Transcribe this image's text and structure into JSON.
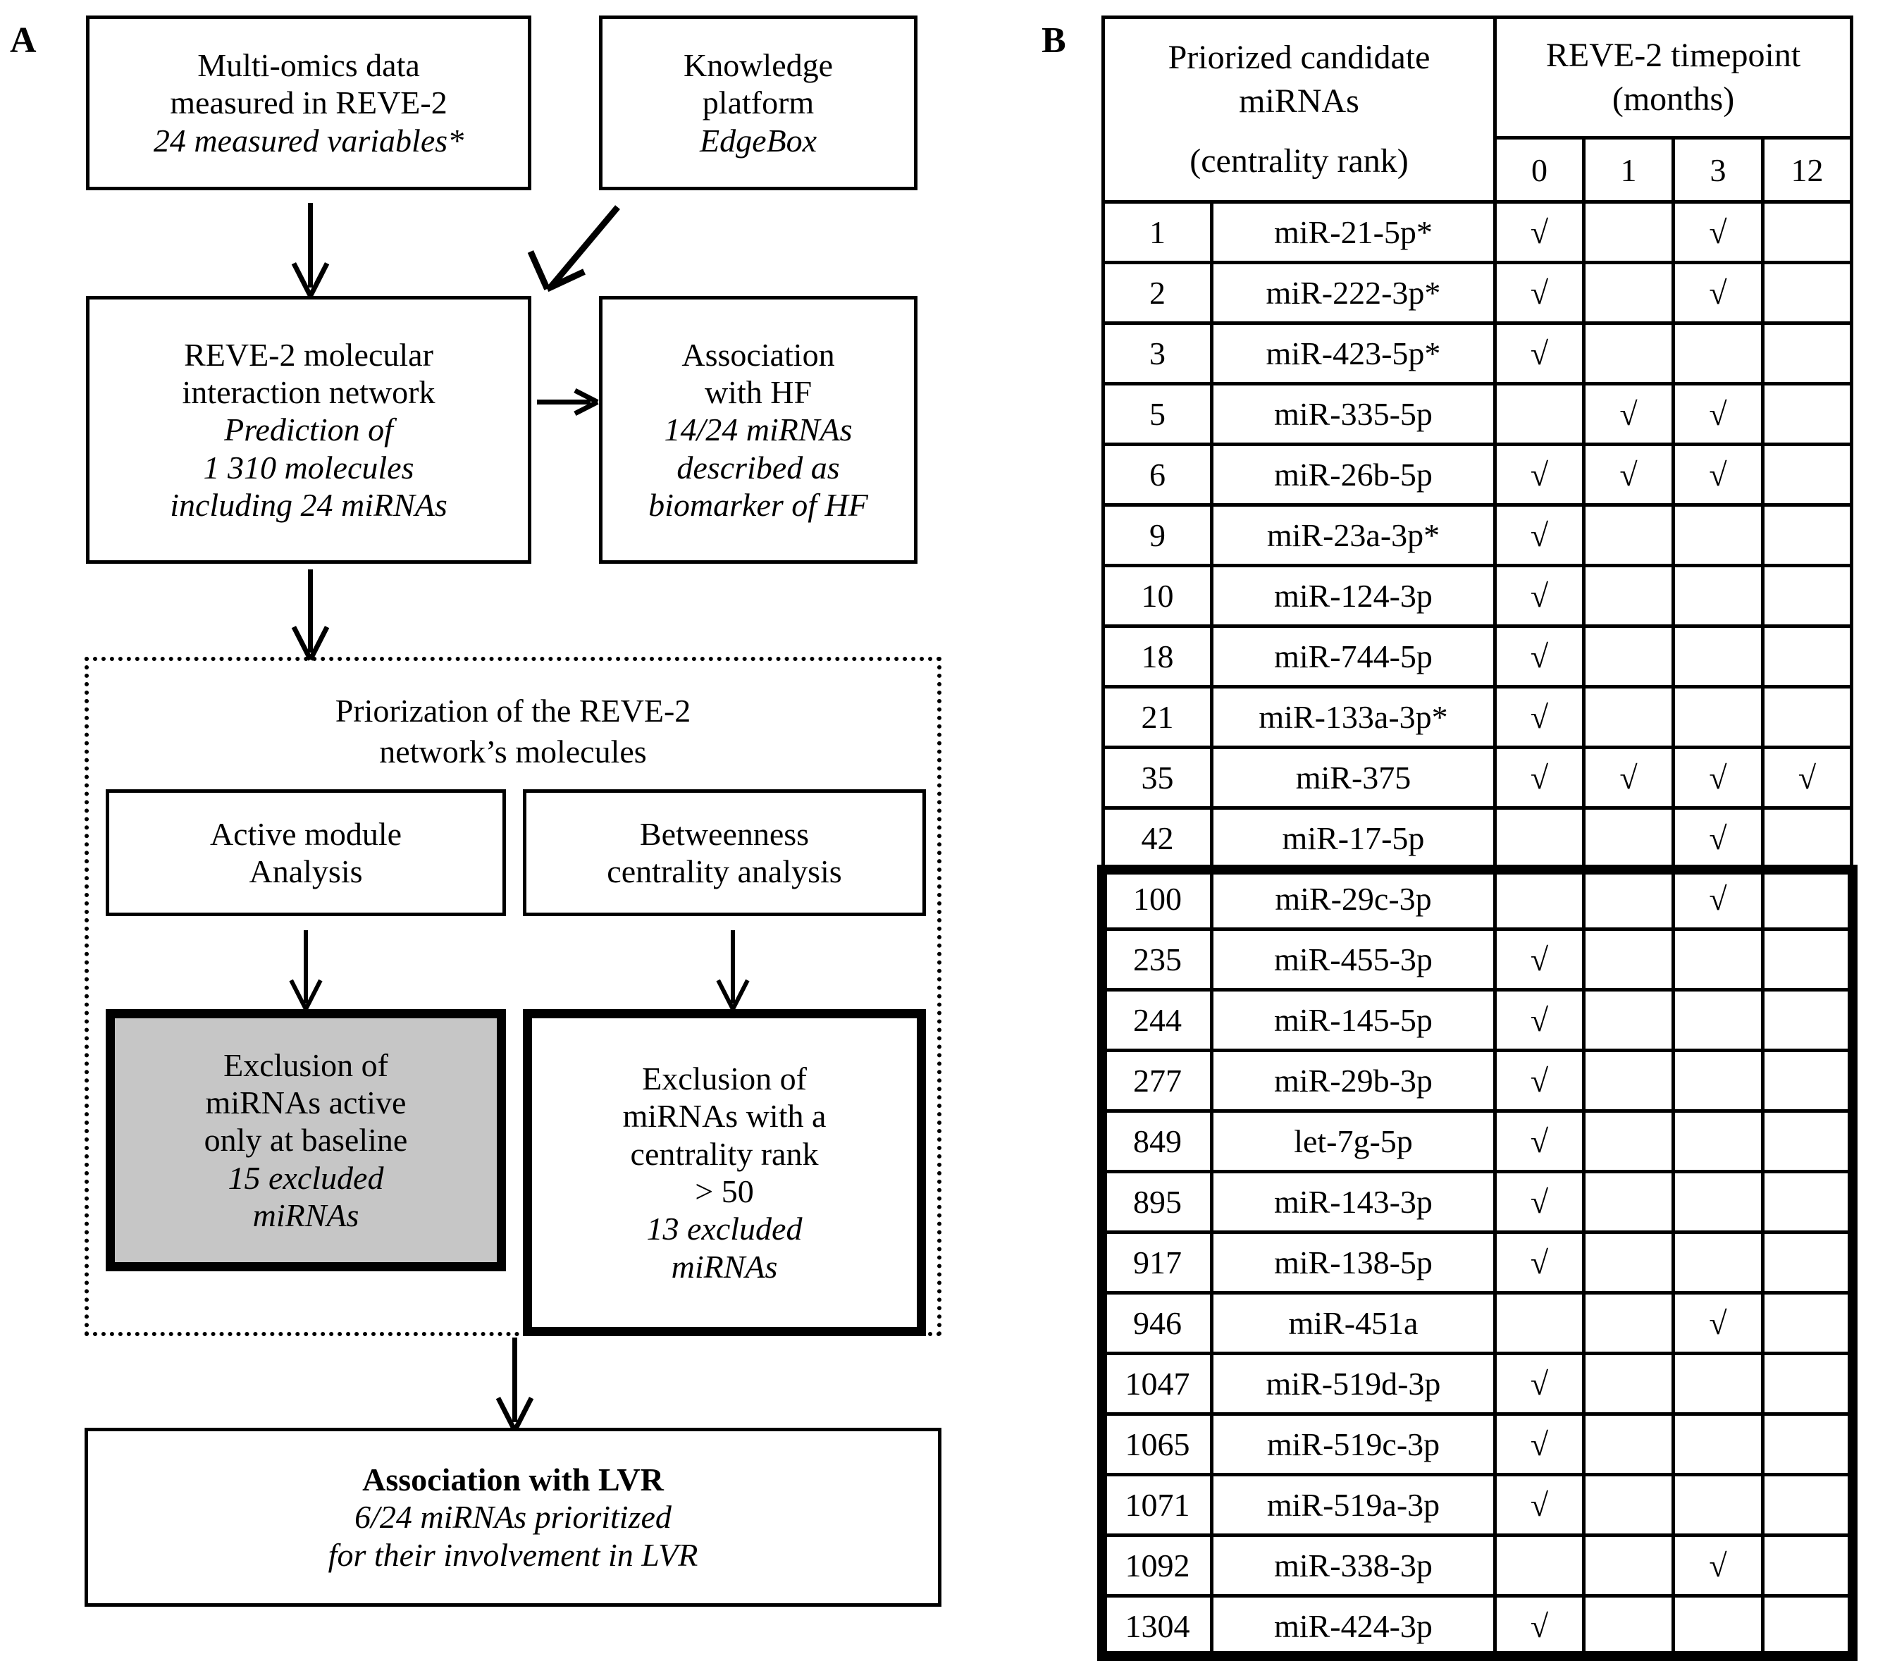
{
  "panels": {
    "a_label": "A",
    "b_label": "B"
  },
  "flow": {
    "multiomics": {
      "l1": "Multi-omics data",
      "l2": "measured in REVE-2",
      "l3": "24 measured variables*"
    },
    "knowledge": {
      "l1": "Knowledge",
      "l2": "platform",
      "l3": "EdgeBox"
    },
    "network": {
      "l1": "REVE-2 molecular",
      "l2": "interaction network",
      "l3": "Prediction of",
      "l4": "1 310 molecules",
      "l5": "including 24 miRNAs"
    },
    "assoc_hf": {
      "l1": "Association",
      "l2": "with HF",
      "l3": "14/24 miRNAs",
      "l4": "described as",
      "l5": "biomarker of HF"
    },
    "priorization_title": {
      "l1": "Priorization of the REVE-2",
      "l2": "network’s molecules"
    },
    "active_module": {
      "l1": "Active module",
      "l2": "Analysis"
    },
    "betweenness": {
      "l1": "Betweenness",
      "l2": "centrality analysis"
    },
    "exclusion_baseline": {
      "l1": "Exclusion of",
      "l2": "miRNAs active",
      "l3": "only at baseline",
      "l4": "15 excluded",
      "l5": "miRNAs"
    },
    "exclusion_rank": {
      "l1": "Exclusion of",
      "l2": "miRNAs with a",
      "l3": "centrality rank",
      "l4": "> 50",
      "l5": "13 excluded",
      "l6": "miRNAs"
    },
    "assoc_lvr": {
      "l1": "Association with LVR",
      "l2": "6/24 miRNAs prioritized",
      "l3": "for their involvement in LVR"
    }
  },
  "table": {
    "header": {
      "col_left_l1": "Priorized candidate",
      "col_left_l2": "miRNAs",
      "col_left_l3": "(centrality rank)",
      "col_right_l1": "REVE-2 timepoint",
      "col_right_l2": "(months)",
      "timepoints": [
        "0",
        "1",
        "3",
        "12"
      ]
    },
    "check_glyph": "√",
    "rows": [
      {
        "rank": "1",
        "name": "miR-21-5p*",
        "bold": true,
        "shaded": false,
        "marks": [
          true,
          false,
          true,
          false
        ]
      },
      {
        "rank": "2",
        "name": "miR-222-3p*",
        "bold": true,
        "shaded": false,
        "marks": [
          true,
          false,
          true,
          false
        ]
      },
      {
        "rank": "3",
        "name": "miR-423-5p*",
        "bold": false,
        "shaded": true,
        "marks": [
          true,
          false,
          false,
          false
        ]
      },
      {
        "rank": "5",
        "name": "miR-335-5p",
        "bold": true,
        "shaded": false,
        "marks": [
          false,
          true,
          true,
          false
        ]
      },
      {
        "rank": "6",
        "name": "miR-26b-5p",
        "bold": true,
        "shaded": false,
        "marks": [
          true,
          true,
          true,
          false
        ]
      },
      {
        "rank": "9",
        "name": "miR-23a-3p*",
        "bold": false,
        "shaded": true,
        "marks": [
          true,
          false,
          false,
          false
        ]
      },
      {
        "rank": "10",
        "name": "miR-124-3p",
        "bold": false,
        "shaded": true,
        "marks": [
          true,
          false,
          false,
          false
        ]
      },
      {
        "rank": "18",
        "name": "miR-744-5p",
        "bold": false,
        "shaded": true,
        "marks": [
          true,
          false,
          false,
          false
        ]
      },
      {
        "rank": "21",
        "name": "miR-133a-3p*",
        "bold": false,
        "shaded": true,
        "marks": [
          true,
          false,
          false,
          false
        ]
      },
      {
        "rank": "35",
        "name": "miR-375",
        "bold": true,
        "shaded": false,
        "marks": [
          true,
          true,
          true,
          true
        ]
      },
      {
        "rank": "42",
        "name": "miR-17-5p",
        "bold": true,
        "shaded": false,
        "marks": [
          false,
          false,
          true,
          false
        ]
      },
      {
        "rank": "100",
        "name": "miR-29c-3p",
        "bold": false,
        "shaded": false,
        "marks": [
          false,
          false,
          true,
          false
        ]
      },
      {
        "rank": "235",
        "name": "miR-455-3p",
        "bold": false,
        "shaded": true,
        "marks": [
          true,
          false,
          false,
          false
        ]
      },
      {
        "rank": "244",
        "name": "miR-145-5p",
        "bold": false,
        "shaded": true,
        "marks": [
          true,
          false,
          false,
          false
        ]
      },
      {
        "rank": "277",
        "name": "miR-29b-3p",
        "bold": false,
        "shaded": true,
        "marks": [
          true,
          false,
          false,
          false
        ]
      },
      {
        "rank": "849",
        "name": "let-7g-5p",
        "bold": false,
        "shaded": true,
        "marks": [
          true,
          false,
          false,
          false
        ]
      },
      {
        "rank": "895",
        "name": "miR-143-3p",
        "bold": false,
        "shaded": true,
        "marks": [
          true,
          false,
          false,
          false
        ]
      },
      {
        "rank": "917",
        "name": "miR-138-5p",
        "bold": false,
        "shaded": true,
        "marks": [
          true,
          false,
          false,
          false
        ]
      },
      {
        "rank": "946",
        "name": "miR-451a",
        "bold": false,
        "shaded": false,
        "marks": [
          false,
          false,
          true,
          false
        ]
      },
      {
        "rank": "1047",
        "name": "miR-519d-3p",
        "bold": false,
        "shaded": true,
        "marks": [
          true,
          false,
          false,
          false
        ]
      },
      {
        "rank": "1065",
        "name": "miR-519c-3p",
        "bold": false,
        "shaded": true,
        "marks": [
          true,
          false,
          false,
          false
        ]
      },
      {
        "rank": "1071",
        "name": "miR-519a-3p",
        "bold": false,
        "shaded": true,
        "marks": [
          true,
          false,
          false,
          false
        ]
      },
      {
        "rank": "1092",
        "name": "miR-338-3p",
        "bold": false,
        "shaded": false,
        "marks": [
          false,
          false,
          true,
          false
        ]
      },
      {
        "rank": "1304",
        "name": "miR-424-3p",
        "bold": false,
        "shaded": true,
        "marks": [
          true,
          false,
          false,
          false
        ]
      }
    ],
    "thick_block_start_rank": "100"
  },
  "colors": {
    "shade": "#cccccc",
    "line": "#000000",
    "background": "#ffffff"
  }
}
